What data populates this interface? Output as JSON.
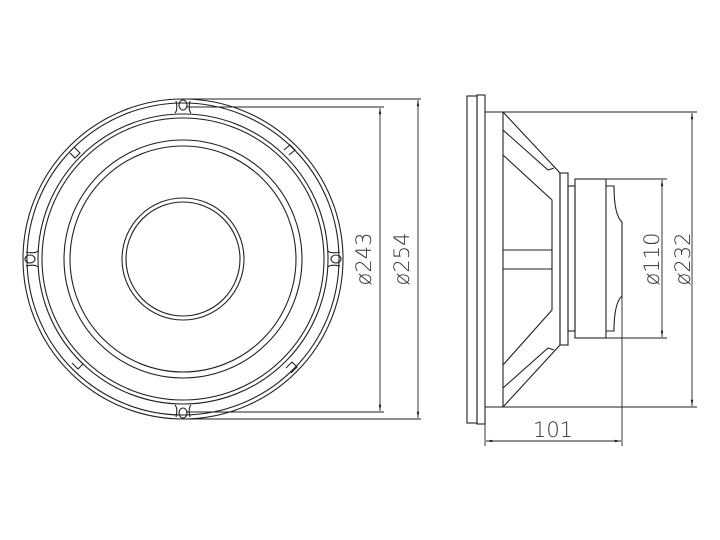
{
  "dimensions": {
    "front_inner_diameter": "ø243",
    "front_outer_diameter": "ø254",
    "magnet_diameter": "ø110",
    "basket_diameter": "ø232",
    "depth": "101"
  },
  "colors": {
    "line": "#222222",
    "background": "#ffffff"
  }
}
